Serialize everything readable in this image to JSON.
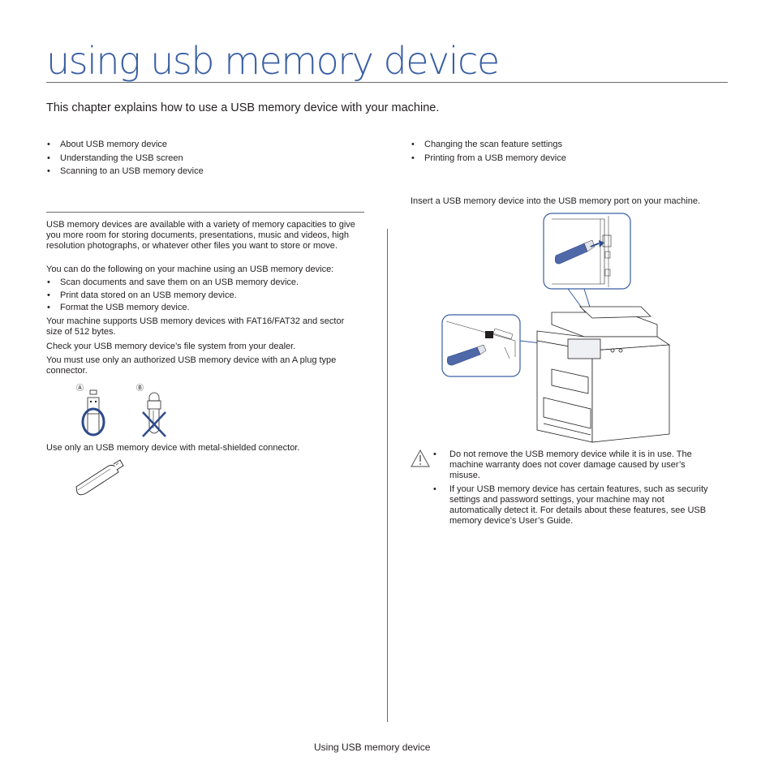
{
  "page": {
    "title": "using usb memory device",
    "intro": "This chapter explains how to use a USB memory device with your machine.",
    "toc_left": [
      "About USB memory device",
      "Understanding the USB screen",
      "Scanning to an USB memory device"
    ],
    "toc_right": [
      "Changing the scan feature settings",
      "Printing from a USB memory device"
    ],
    "left_col": {
      "para1": "USB memory devices are available with a variety of memory capacities to give you more room for storing documents, presentations, music and videos, high resolution photographs, or whatever other files you want to store or move.",
      "para2": "You can do the following on your machine using an USB memory device:",
      "bullets": [
        "Scan documents and save them on an USB memory device.",
        "Print data stored on an USB memory device.",
        "Format the USB memory device."
      ],
      "para3": "Your machine supports USB memory devices with FAT16/FAT32 and sector size of 512 bytes.",
      "para4": "Check your USB memory device’s file system from your dealer.",
      "para5": "You must use only an authorized USB memory device with an A plug type connector.",
      "label_a": "Ⓐ",
      "label_b": "Ⓑ",
      "para6": "Use only an USB memory device with metal-shielded connector."
    },
    "right_col": {
      "para1": "Insert a USB memory device into the USB memory port on your machine.",
      "notes": [
        "Do not remove the USB memory device while it is in use. The machine warranty does not cover damage caused by user’s misuse.",
        "If your USB memory device has certain features, such as security settings and password settings, your machine may not automatically detect it. For details about these features, see USB memory device’s User’s Guide."
      ]
    },
    "footer": "Using USB memory device"
  },
  "colors": {
    "accent": "#3a5fa3",
    "text": "#231f20",
    "rule": "#6b6b6b"
  }
}
